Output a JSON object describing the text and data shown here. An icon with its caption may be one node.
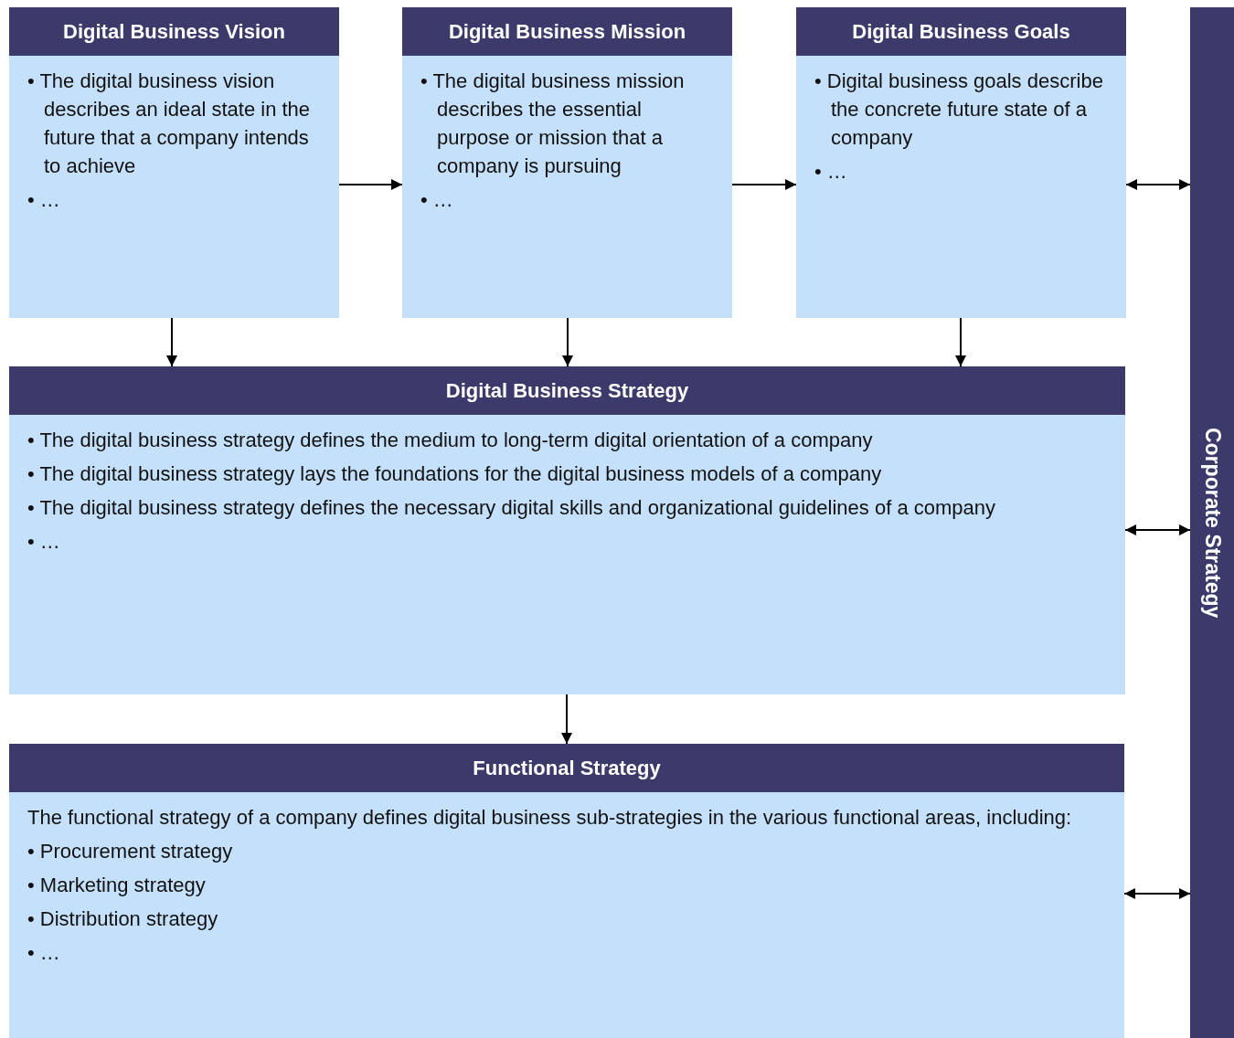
{
  "diagram": {
    "nodes": [
      {
        "text": [
          "Digital Business Vision",
          "• The digital business vision describes an ideal state in the future that a company intends to achieve",
          "• …"
        ]
      },
      {
        "text": [
          "Digital Business Mission",
          "• The digital business mission describes the essential purpose or mission that a company is pursuing",
          "• …"
        ]
      },
      {
        "text": [
          "Digital Business Goals",
          "• Digital business goals describe the concrete future state of a company",
          "• …"
        ]
      },
      {
        "text": [
          "Digital Business Strategy",
          "• The digital business strategy defines the medium to long-term digital orientation of a company",
          "• The digital business strategy lays the foundations for the digital business models of a company",
          "• The digital business strategy defines the necessary digital skills and organizational guidelines of a company",
          "• …"
        ]
      },
      {
        "text": [
          "Functional Strategy",
          "The functional strategy of a company defines digital business sub-strategies in the various functional areas, including:",
          "• Procurement strategy",
          "• Marketing strategy",
          "• Distribution strategy",
          "• …"
        ]
      },
      {
        "text": [
          "Corporate Strategy"
        ]
      }
    ],
    "edges": [
      {
        "from": 0,
        "to": 1,
        "arrow": "to"
      },
      {
        "from": 1,
        "to": 2,
        "arrow": "to"
      },
      {
        "from": 2,
        "to": 5,
        "arrow": "both"
      },
      {
        "from": 0,
        "to": 3,
        "arrow": "to"
      },
      {
        "from": 1,
        "to": 3,
        "arrow": "to"
      },
      {
        "from": 2,
        "to": 3,
        "arrow": "to"
      },
      {
        "from": 3,
        "to": 5,
        "arrow": "both"
      },
      {
        "from": 3,
        "to": 4,
        "arrow": "to"
      },
      {
        "from": 4,
        "to": 5,
        "arrow": "both"
      }
    ]
  }
}
